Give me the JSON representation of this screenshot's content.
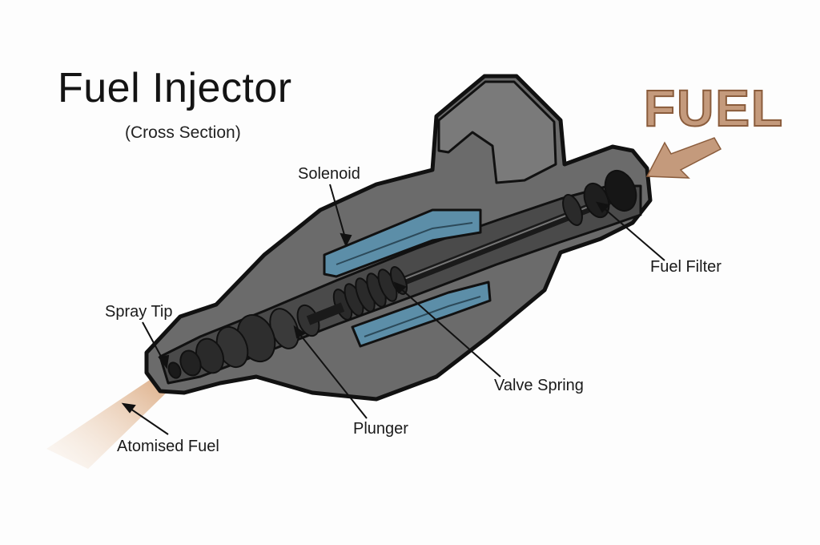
{
  "diagram": {
    "title": "Fuel Injector",
    "subtitle": "(Cross Section)",
    "fuel_word": "FUEL",
    "labels": {
      "solenoid": "Solenoid",
      "fuel_filter": "Fuel Filter",
      "spray_tip": "Spray Tip",
      "valve_spring": "Valve Spring",
      "plunger": "Plunger",
      "atomised_fuel": "Atomised Fuel"
    },
    "colors": {
      "body_gray": "#6b6b6b",
      "body_dark": "#3a3a3a",
      "outline": "#111111",
      "solenoid_blue": "#5c8ea8",
      "fuel_arrow": "#c49a7c",
      "spray": "#e2b48c"
    }
  }
}
